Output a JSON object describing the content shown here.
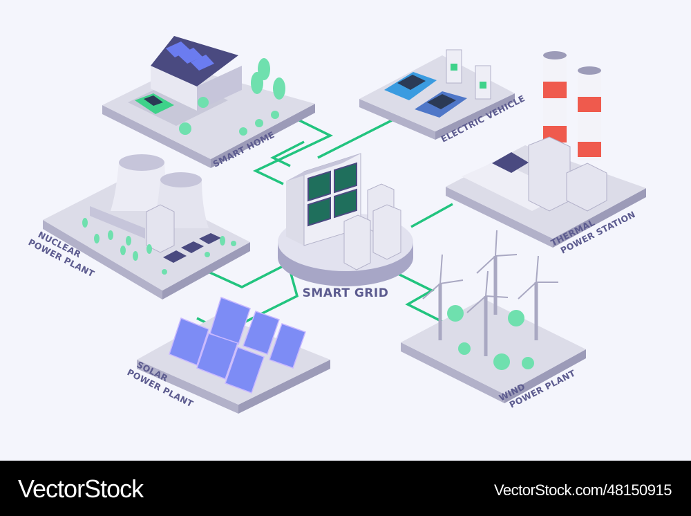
{
  "illustration": {
    "center_label": "SMART GRID",
    "nodes": [
      {
        "id": "smart-home",
        "label_lines": [
          "SMART HOME"
        ]
      },
      {
        "id": "electric-vehicle",
        "label_lines": [
          "ELECTRIC VEHICLE"
        ]
      },
      {
        "id": "thermal",
        "label_lines": [
          "THERMAL",
          "POWER STATION"
        ]
      },
      {
        "id": "nuclear",
        "label_lines": [
          "NUCLEAR",
          "POWER PLANT"
        ]
      },
      {
        "id": "solar",
        "label_lines": [
          "SOLAR",
          "POWER PLANT"
        ]
      },
      {
        "id": "wind",
        "label_lines": [
          "WIND",
          "POWER PLANT"
        ]
      }
    ],
    "colors": {
      "background": "#f4f5fc",
      "connection_line": "#22c47f",
      "label": "#5c5b8f",
      "platform_top": "#dcdce8",
      "platform_side": "#b2b1c9",
      "chimney_stripe": "#ef5a4d",
      "tree": "#6fe0ae"
    }
  },
  "footer": {
    "brand": "VectorStock",
    "reference": "VectorStock.com/48150915"
  }
}
